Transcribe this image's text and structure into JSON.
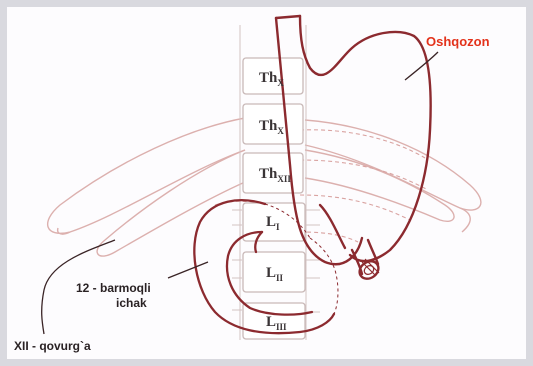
{
  "labels": {
    "stomach": "Oshqozon",
    "duodenum_line1": "12 - barmoqli",
    "duodenum_line2": "ichak",
    "rib": "XII - qovurg`a"
  },
  "vertebrae": {
    "th10": {
      "main": "Th",
      "sub": "X"
    },
    "th11": {
      "main": "Th",
      "sub": "X"
    },
    "th12": {
      "main": "Th",
      "sub": "XII"
    },
    "l1": {
      "main": "L",
      "sub": "I"
    },
    "l2": {
      "main": "L",
      "sub": "II"
    },
    "l3": {
      "main": "L",
      "sub": "III"
    }
  },
  "colors": {
    "organ_outline": "#8c2a2f",
    "rib_outline": "#d8a8a6",
    "label_red": "#e3321b",
    "label_dark": "#2a2224",
    "frame": "#d9d9df"
  }
}
